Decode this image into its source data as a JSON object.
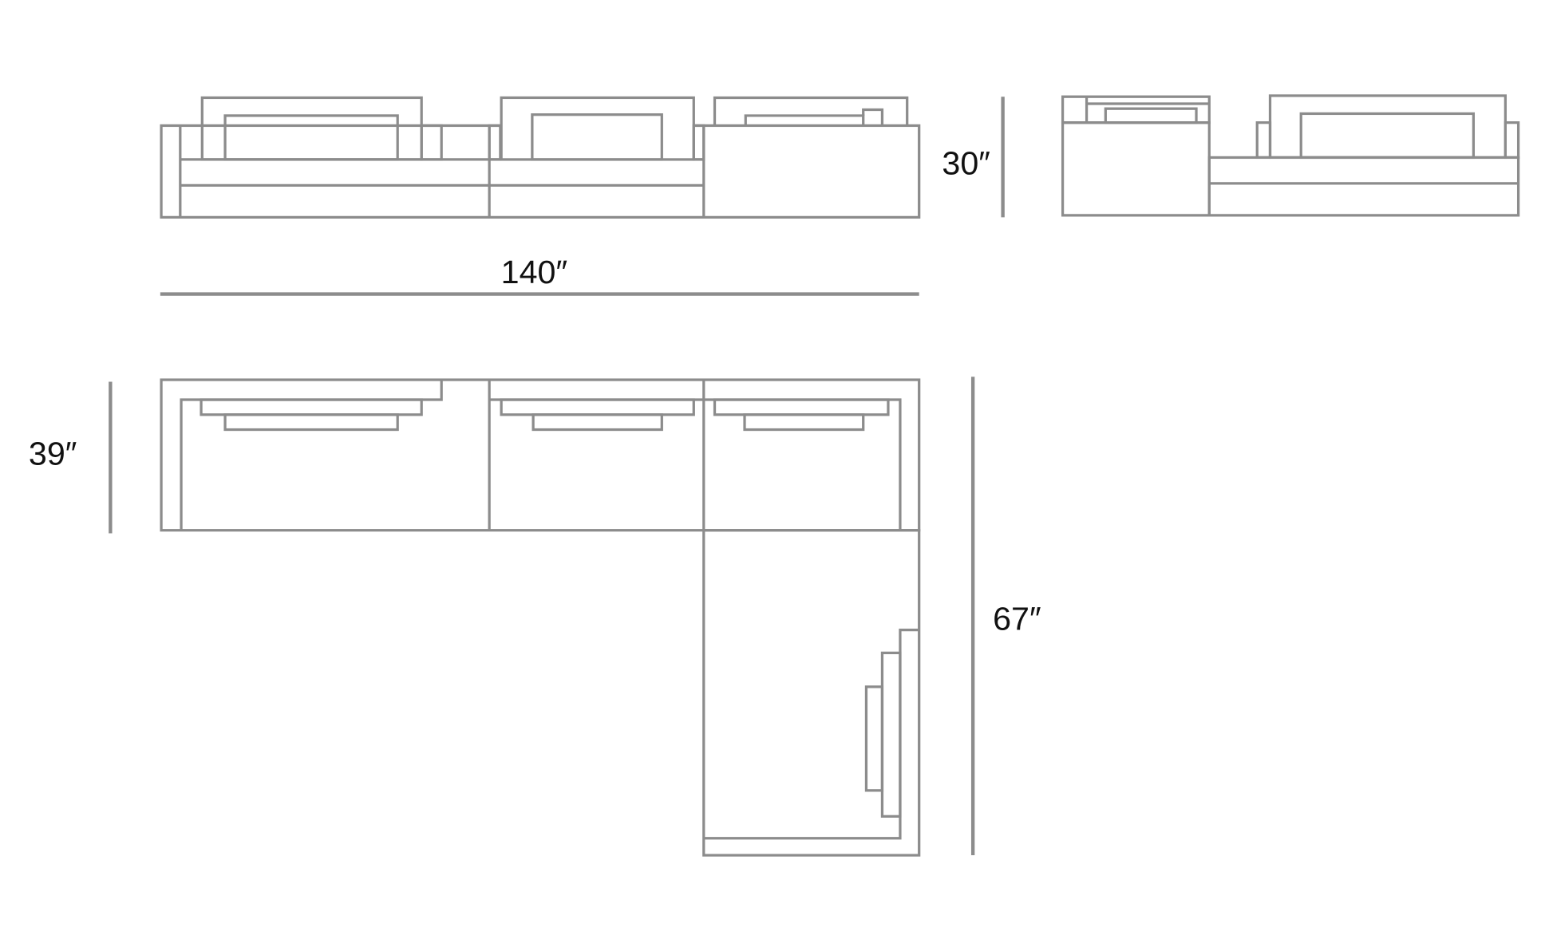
{
  "dimensions": {
    "height": "30″",
    "width": "140″",
    "depth": "39″",
    "chaise_length": "67″"
  },
  "colors": {
    "line": "#8c8c8c",
    "text": "#111111"
  }
}
